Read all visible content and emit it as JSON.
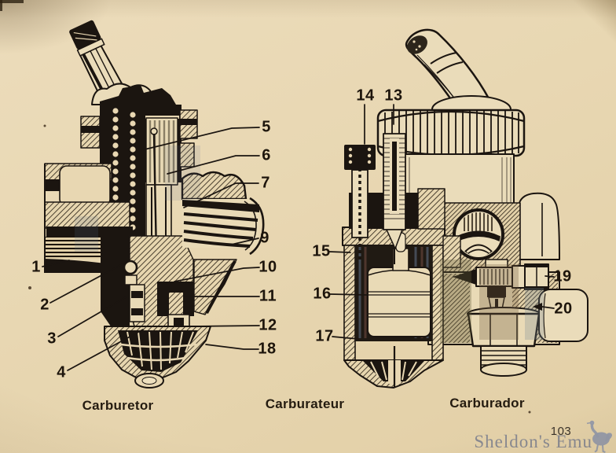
{
  "page": {
    "number": "103",
    "watermark": "Sheldon's Emu"
  },
  "colors": {
    "paper": "#e8d7b2",
    "ink": "#1b1510",
    "watermark_gray": "#8b8d99",
    "tint_olive": "rgba(100,92,58,0.32)",
    "tint_brown": "rgba(112,88,58,0.30)",
    "tint_bluegray": "rgba(120,138,148,0.28)"
  },
  "captions": {
    "english": "Carburetor",
    "french": "Carburateur",
    "spanish": "Carburador"
  },
  "callouts": {
    "left": [
      "1",
      "2",
      "3",
      "4",
      "5",
      "6",
      "7",
      "9",
      "10",
      "11",
      "12",
      "18"
    ],
    "right": [
      "14",
      "13",
      "15",
      "16",
      "17",
      "19",
      "20"
    ]
  }
}
